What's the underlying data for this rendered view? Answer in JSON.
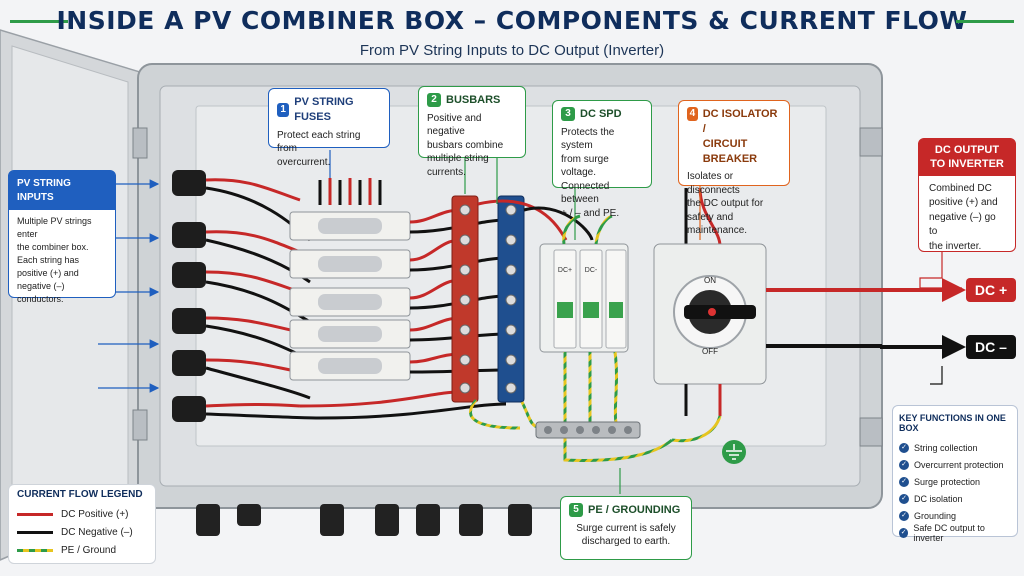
{
  "title": "INSIDE A PV COMBINER BOX – COMPONENTS & CURRENT FLOW",
  "subtitle": "From PV String Inputs to DC Output (Inverter)",
  "colors": {
    "navy": "#0f2d5c",
    "blue": "#1f5fbf",
    "green": "#2e9b48",
    "red": "#c62828",
    "orange": "#e0641e",
    "black": "#111111",
    "enclosure": "#d9dcdf"
  },
  "callouts": {
    "inputs": {
      "title": "PV STRING INPUTS",
      "lines": [
        "Multiple PV strings",
        "enter",
        "the combiner box.",
        "Each string has",
        "positive (+) and",
        "negative (–) conductors."
      ]
    },
    "fuses": {
      "number": "1",
      "title": "PV STRING FUSES",
      "lines": [
        "Protect each string from",
        "overcurrent."
      ]
    },
    "busbars": {
      "number": "2",
      "title": "BUSBARS",
      "lines": [
        "Positive and negative",
        "busbars combine",
        "multiple string currents."
      ]
    },
    "spd": {
      "number": "3",
      "title": "DC SPD",
      "lines": [
        "Protects the system",
        "from surge voltage.",
        "Connected between",
        "+ / – and PE."
      ]
    },
    "isolator": {
      "number": "4",
      "title_line1": "DC ISOLATOR /",
      "title_line2": "CIRCUIT BREAKER",
      "lines": [
        "Isolates or disconnects",
        "the DC output for",
        "safety and maintenance."
      ]
    },
    "output": {
      "title_line1": "DC OUTPUT",
      "title_line2": "TO INVERTER",
      "lines": [
        "Combined DC",
        "positive (+) and",
        "negative (–) go to",
        "the inverter."
      ]
    },
    "grounding": {
      "number": "5",
      "title": "PE / GROUNDING",
      "lines": [
        "Surge current is safely",
        "discharged to earth."
      ]
    }
  },
  "device_labels": {
    "spd_pos": "DC+",
    "spd_neg": "DC-",
    "switch_on": "ON",
    "switch_off": "OFF",
    "out_pos": "DC +",
    "out_neg": "DC –"
  },
  "legend": {
    "title": "CURRENT FLOW LEGEND",
    "items": [
      {
        "label": "DC Positive (+)",
        "color": "#c62828"
      },
      {
        "label": "DC Negative (–)",
        "color": "#111111"
      },
      {
        "label": "PE / Ground",
        "color": "#2e9b48"
      }
    ]
  },
  "key_functions": {
    "title": "KEY FUNCTIONS IN ONE BOX",
    "items": [
      "String collection",
      "Overcurrent protection",
      "Surge protection",
      "DC isolation",
      "Grounding",
      "Safe DC output to inverter"
    ]
  }
}
